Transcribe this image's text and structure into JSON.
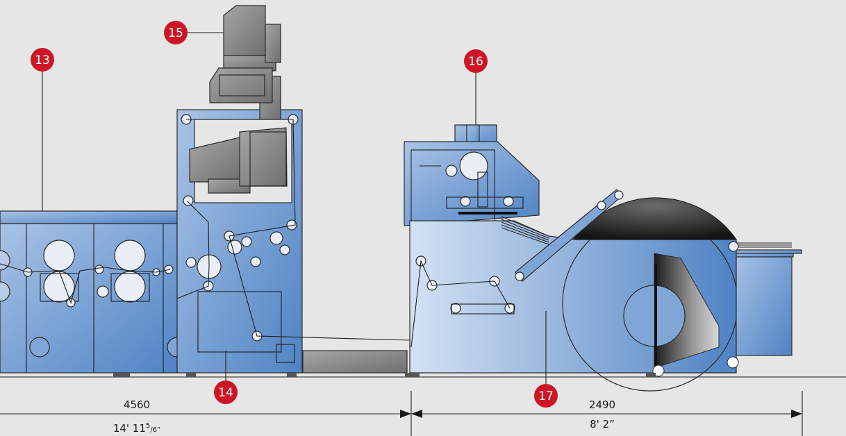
{
  "callouts": [
    {
      "id": "15"
    },
    {
      "id": "13"
    },
    {
      "id": "16"
    },
    {
      "id": "14"
    },
    {
      "id": "17"
    }
  ],
  "dimensions": {
    "left": {
      "metric": "4560",
      "imperial_main": "14' 11",
      "imperial_sup": "5",
      "imperial_rest": "/6”"
    },
    "right": {
      "metric": "2490",
      "imperial": "8' 2”"
    }
  },
  "colors": {
    "callout": "#cc1626",
    "machine_blue": "#6e9bd3",
    "housing_grey": "#8a8a8a",
    "background": "#e6e6e6"
  }
}
